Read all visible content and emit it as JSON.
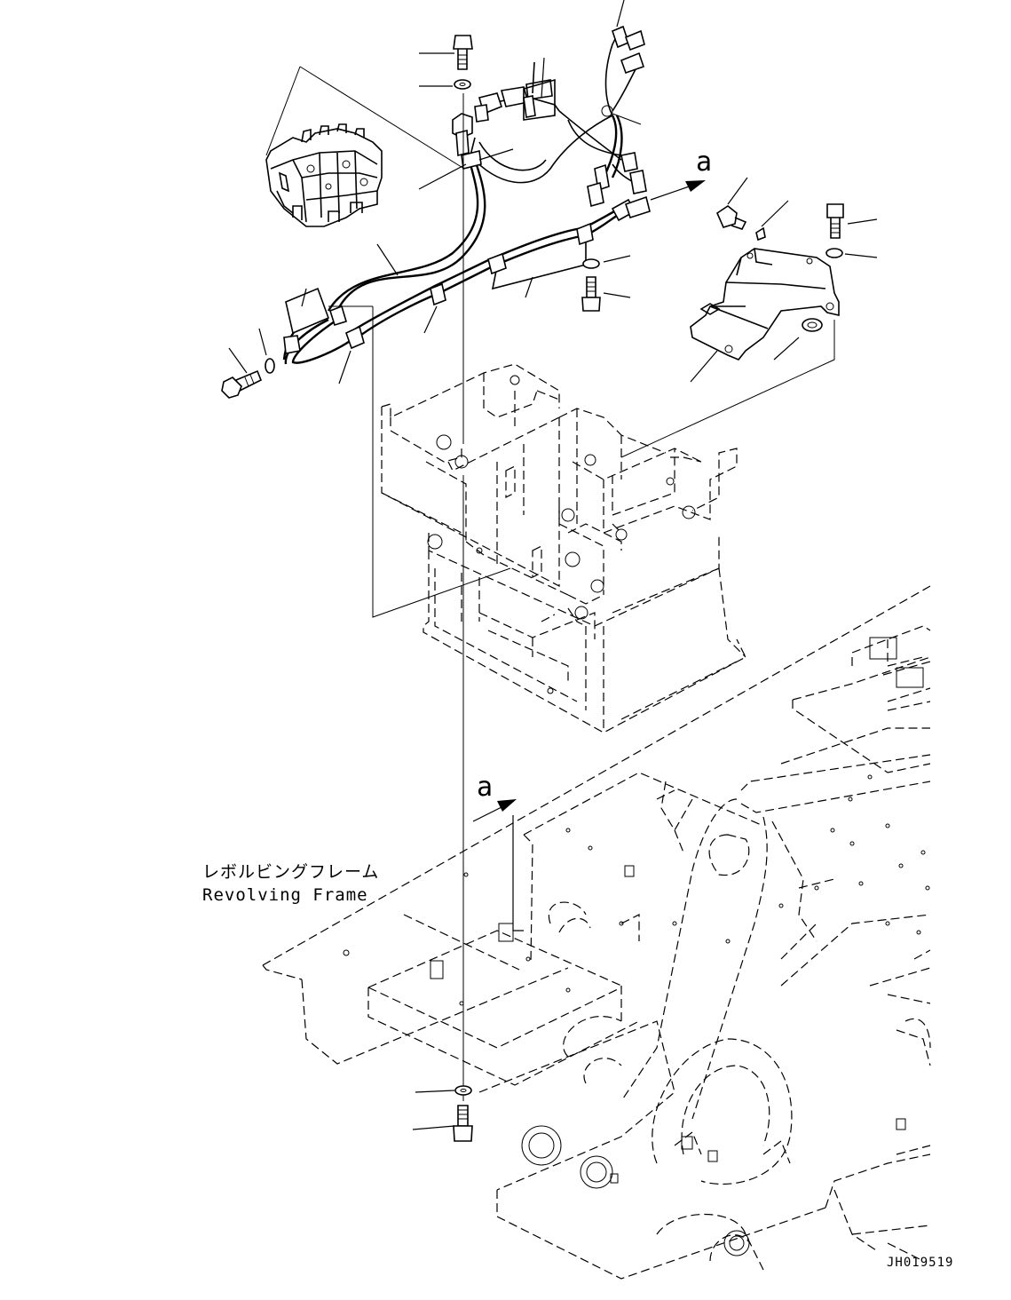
{
  "labels": {
    "view_marker_top": "a",
    "view_marker_bottom": "a",
    "frame_name_jp": "レボルビングフレーム",
    "frame_name_en": "Revolving Frame",
    "drawing_code": "JH019519"
  }
}
